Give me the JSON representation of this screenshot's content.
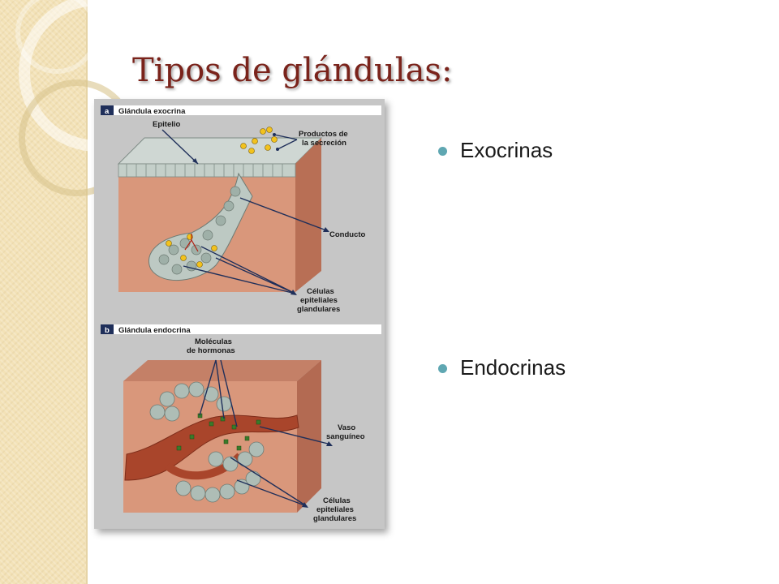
{
  "slide": {
    "title": "Tipos de glándulas:",
    "colors": {
      "title": "#7a231b",
      "bullet": "#5fa7b2",
      "band": "#f3e2b7"
    }
  },
  "figure": {
    "panel_a": {
      "letter": "a",
      "heading": "Glándula exocrina",
      "labels": {
        "epitelio": "Epitelio",
        "productos_1": "Productos de",
        "productos_2": "la secreción",
        "conducto": "Conducto",
        "celulas_1": "Células",
        "celulas_2": "epiteliales",
        "celulas_3": "glandulares"
      }
    },
    "panel_b": {
      "letter": "b",
      "heading": "Glándula endocrina",
      "labels": {
        "moleculas_1": "Moléculas",
        "moleculas_2": "de hormonas",
        "vaso_1": "Vaso",
        "vaso_2": "sanguíneo",
        "celulas_1": "Células",
        "celulas_2": "epiteliales",
        "celulas_3": "glandulares"
      }
    }
  },
  "bullets": [
    "Exocrinas",
    "Endocrinas"
  ]
}
